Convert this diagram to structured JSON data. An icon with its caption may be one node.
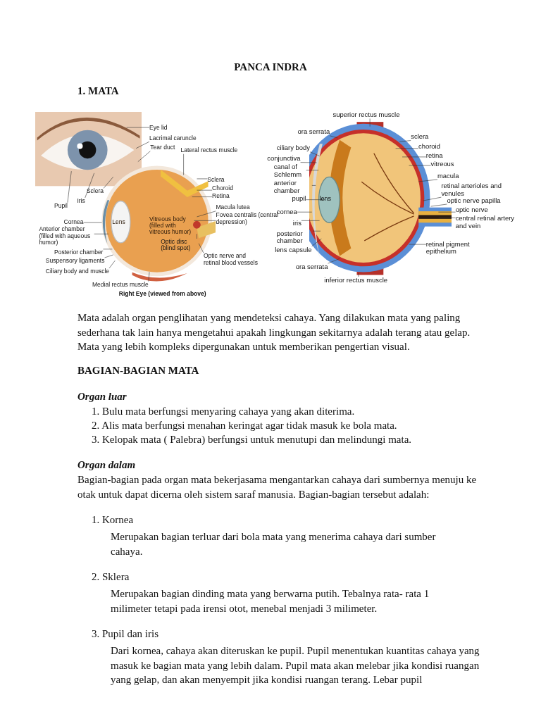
{
  "diagram": {
    "title": "PANCA INDRA",
    "nodes": [
      {
        "text": [
          "Eye lid"
        ]
      },
      {
        "text": [
          "Lacrimal caruncle"
        ]
      },
      {
        "text": [
          "Tear duct"
        ]
      },
      {
        "text": [
          "Lateral rectus muscle"
        ]
      },
      {
        "text": [
          "Sclera"
        ]
      },
      {
        "text": [
          "Choroid"
        ]
      },
      {
        "text": [
          "Retina"
        ]
      },
      {
        "text": [
          "Sclera"
        ]
      },
      {
        "text": [
          "Iris"
        ]
      },
      {
        "text": [
          "Pupil"
        ]
      },
      {
        "text": [
          "Macula lutea"
        ]
      },
      {
        "text": [
          "Fovea centralis (central depression)"
        ]
      },
      {
        "text": [
          "Cornea"
        ]
      },
      {
        "text": [
          "Anterior chamber (filled with aqueous humor)"
        ]
      },
      {
        "text": [
          "Optic disc (blind spot)"
        ],
        "in": 44
      },
      {
        "text": [
          "Posterior chamber"
        ]
      },
      {
        "text": [
          "Suspensory ligaments"
        ]
      },
      {
        "text": [
          "Optic nerve and retinal blood vessels"
        ]
      },
      {
        "text": [
          "Ciliary body and muscle"
        ]
      },
      {
        "text": [
          "Medial rectus muscle"
        ]
      },
      {
        "text": [
          "superior rectus muscle"
        ]
      },
      {
        "text": [
          "ora serrata"
        ]
      },
      {
        "text": [
          "ciliary body"
        ]
      },
      {
        "text": [
          "conjunctiva"
        ]
      },
      {
        "text": [
          "sclera"
        ]
      },
      {
        "text": [
          "choroid"
        ]
      },
      {
        "text": [
          "retina"
        ]
      },
      {
        "text": [
          "canal of Schlemm"
        ]
      },
      {
        "text": [
          "vitreous"
        ]
      },
      {
        "text": [
          "macula"
        ]
      },
      {
        "text": [
          "anterior chamber"
        ]
      },
      {
        "text": [
          "retinal arterioles and venules"
        ]
      },
      {
        "text": [
          "pupil"
        ]
      },
      {
        "text": [
          "optic nerve papilla"
        ]
      },
      {
        "text": [
          "optic nerve"
        ]
      },
      {
        "text": [
          "cornea"
        ]
      },
      {
        "text": [
          "central retinal artery and vein"
        ]
      },
      {
        "text": [
          "iris"
        ]
      },
      {
        "text": [
          "posterior chamber"
        ]
      },
      {
        "text": [
          "retinal pigment epithelium"
        ]
      },
      {
        "text": [
          "lens capsule"
        ]
      },
      {
        "text": [
          "ora serrata"
        ]
      },
      {
        "text": [
          "inferior rectus muscle"
        ]
      },
      {
        "text": [],
        "shape": "picture"
      },
      {
        "text": [],
        "shape": "picture"
      },
      {
        "text": [],
        "shape": "picture"
      }
    ],
    "edges": [
      {
        "from": 0,
        "to": 43,
        "arrow": "none"
      },
      {
        "from": 1,
        "to": 43,
        "arrow": "none"
      },
      {
        "from": 2,
        "to": 43,
        "arrow": "none"
      },
      {
        "from": 3,
        "to": 44,
        "arrow": "none"
      },
      {
        "from": 4,
        "to": 44,
        "arrow": "none"
      },
      {
        "from": 5,
        "to": 44,
        "arrow": "none"
      },
      {
        "from": 6,
        "to": 44,
        "arrow": "none"
      },
      {
        "from": 7,
        "to": 43,
        "arrow": "none"
      },
      {
        "from": 8,
        "to": 43,
        "arrow": "none"
      },
      {
        "from": 9,
        "to": 43,
        "arrow": "none"
      },
      {
        "from": 10,
        "to": 44,
        "arrow": "none"
      },
      {
        "from": 11,
        "to": 44,
        "arrow": "none"
      },
      {
        "from": 12,
        "to": 44,
        "arrow": "none"
      },
      {
        "from": 13,
        "to": 44,
        "arrow": "none"
      },
      {
        "from": 14,
        "to": 44,
        "arrow": "none"
      },
      {
        "from": 15,
        "to": 44,
        "arrow": "none"
      },
      {
        "from": 16,
        "to": 44,
        "arrow": "none"
      },
      {
        "from": 17,
        "to": 44,
        "arrow": "none"
      },
      {
        "from": 18,
        "to": 44,
        "arrow": "none"
      },
      {
        "from": 19,
        "to": 44,
        "arrow": "none"
      },
      {
        "from": 20,
        "to": 45,
        "arrow": "none"
      },
      {
        "from": 21,
        "to": 45,
        "arrow": "none"
      },
      {
        "from": 22,
        "to": 45,
        "arrow": "none"
      },
      {
        "from": 23,
        "to": 45,
        "arrow": "none"
      },
      {
        "from": 24,
        "to": 45,
        "arrow": "none"
      },
      {
        "from": 25,
        "to": 45,
        "arrow": "none"
      },
      {
        "from": 26,
        "to": 45,
        "arrow": "none"
      },
      {
        "from": 27,
        "to": 45,
        "arrow": "none"
      },
      {
        "from": 28,
        "to": 45,
        "arrow": "none"
      },
      {
        "from": 29,
        "to": 45,
        "arrow": "none"
      },
      {
        "from": 30,
        "to": 45,
        "arrow": "none"
      },
      {
        "from": 31,
        "to": 45,
        "arrow": "none"
      },
      {
        "from": 32,
        "to": 45,
        "arrow": "none"
      },
      {
        "from": 33,
        "to": 45,
        "arrow": "none"
      },
      {
        "from": 34,
        "to": 45,
        "arrow": "none"
      },
      {
        "from": 35,
        "to": 45,
        "arrow": "none"
      },
      {
        "from": 36,
        "to": 45,
        "arrow": "none"
      },
      {
        "from": 37,
        "to": 45,
        "arrow": "none"
      },
      {
        "from": 38,
        "to": 45,
        "arrow": "none"
      },
      {
        "from": 39,
        "to": 45,
        "arrow": "none"
      },
      {
        "from": 40,
        "to": 45,
        "arrow": "none"
      },
      {
        "from": 41,
        "to": 45,
        "arrow": "none"
      },
      {
        "from": 42,
        "to": 45,
        "arrow": "none"
      }
    ],
    "labels": [
      "1. MATA",
      "Lens",
      "Vitreous body (filled with vitreous humor)",
      "Right Eye (viewed from above)",
      "lens",
      "Mata adalah organ penglihatan yang mendeteksi cahaya. Yang dilakukan mata yang paling sederhana tak lain hanya mengetahui apakah lingkungan sekitarnya adalah terang atau gelap. Mata yang lebih kompleks dipergunakan untuk memberikan pengertian visual.",
      "BAGIAN-BAGIAN MATA",
      "Organ luar",
      "1. Bulu mata berfungsi menyaring cahaya yang akan diterima.",
      "2. Alis mata berfungsi menahan keringat agar tidak masuk ke bola mata.",
      "3. Kelopak mata ( Palebra) berfungsi untuk menutupi dan melindungi mata.",
      "Organ dalam",
      "Bagian-bagian pada organ mata bekerjasama mengantarkan cahaya dari sumbernya menuju ke otak untuk dapat dicerna oleh sistem saraf manusia. Bagian-bagian tersebut adalah:",
      "1. Kornea",
      "Merupakan bagian terluar dari bola mata yang menerima cahaya dari sumber cahaya.",
      "2. Sklera",
      "Merupakan bagian dinding mata yang berwarna putih. Tebalnya rata- rata 1 milimeter tetapi pada irensi otot, menebal menjadi 3 milimeter.",
      "3. Pupil dan iris",
      "Dari kornea, cahaya akan diteruskan ke pupil. Pupil menentukan kuantitas cahaya yang masuk ke bagian mata yang lebih dalam. Pupil mata akan melebar jika kondisi ruangan yang gelap, dan akan menyempit jika kondisi ruangan terang. Lebar pupil"
    ]
  }
}
